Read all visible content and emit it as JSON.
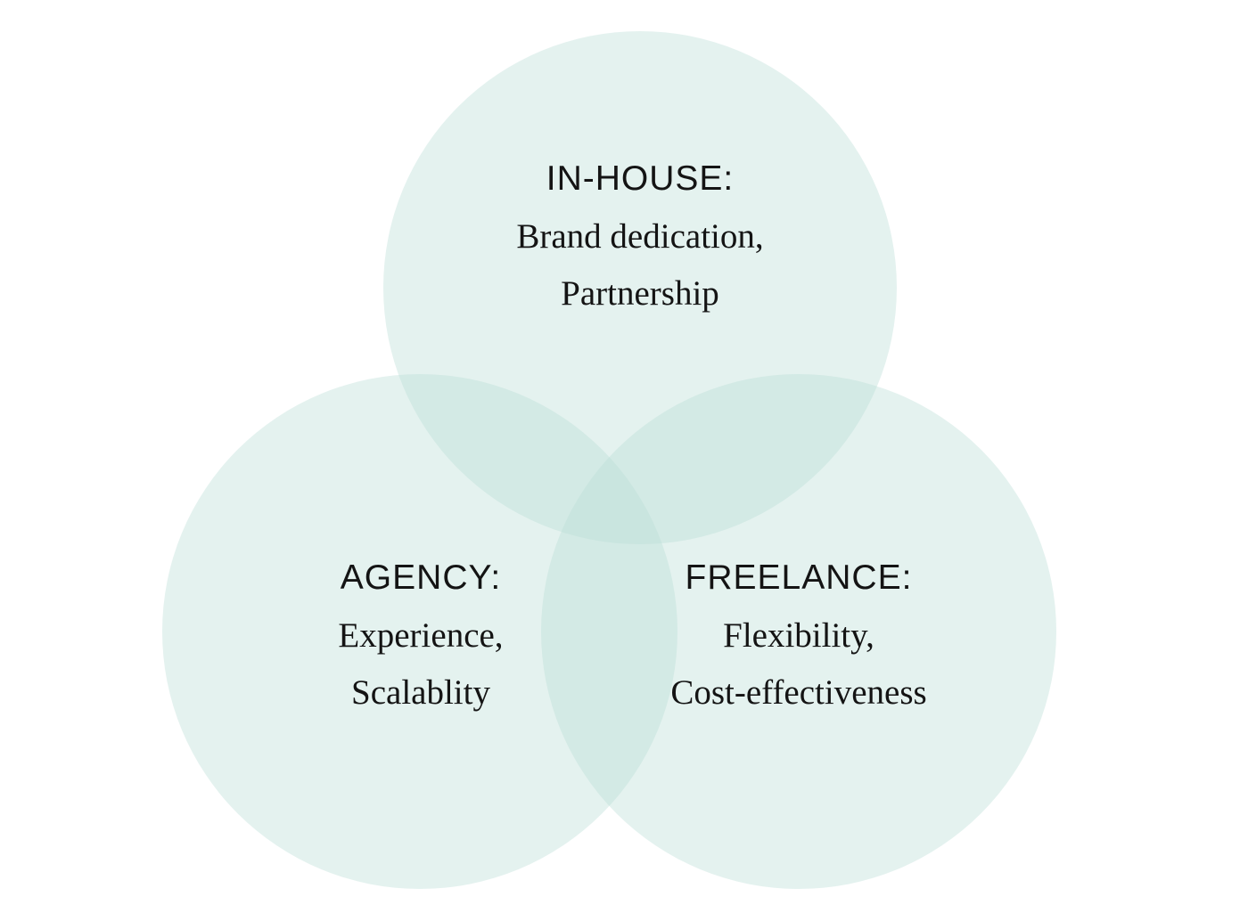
{
  "colors": {
    "background": "#ffffff",
    "circle_fill": "#b7ded5",
    "text": "#141414"
  },
  "venn": {
    "in_house": {
      "heading": "IN-HOUSE:",
      "line1": "Brand dedication,",
      "line2": "Partnership"
    },
    "agency": {
      "heading": "AGENCY:",
      "line1": "Experience,",
      "line2": "Scalablity"
    },
    "freelance": {
      "heading": "FREELANCE:",
      "line1": "Flexibility,",
      "line2": "Cost-effectiveness"
    }
  }
}
